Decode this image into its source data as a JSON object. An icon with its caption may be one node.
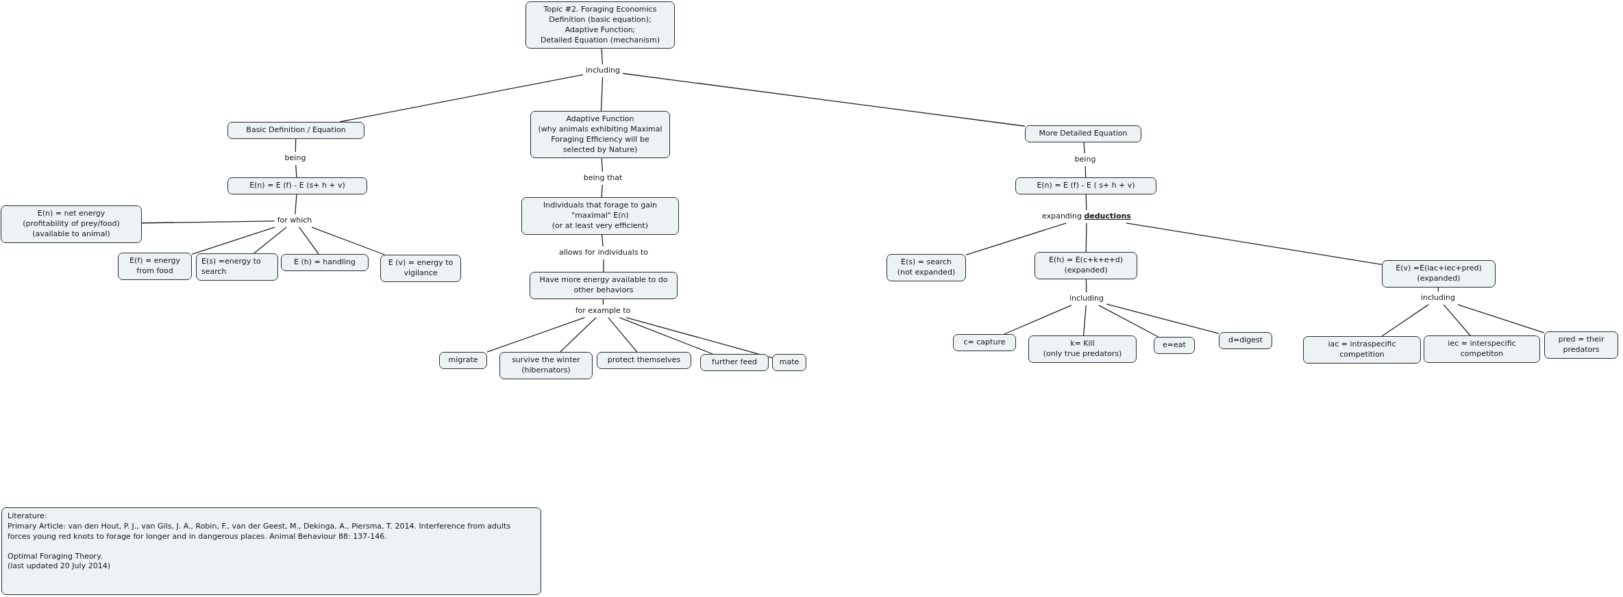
{
  "diagram": {
    "nodes": [
      {
        "text": [
          "Topic #2. Foraging Economics",
          "Definition (basic equation);",
          "Adaptive Function;",
          "Detailed Equation (mechanism)"
        ]
      },
      {
        "text": [
          "including"
        ]
      },
      {
        "text": [
          "Basic Definition / Equation"
        ]
      },
      {
        "text": [
          "Adaptive Function",
          "(why animals exhibiting Maximal Foraging Efficiency will be selected by Nature)"
        ]
      },
      {
        "text": [
          "More Detailed Equation"
        ]
      },
      {
        "text": [
          "being"
        ]
      },
      {
        "text": [
          "E(n) = E (f) - E (s+ h + v)"
        ]
      },
      {
        "text": [
          "for which"
        ]
      },
      {
        "text": [
          "E(n) = net energy",
          "(profitability of prey/food)",
          "(available to animal)"
        ]
      },
      {
        "text": [
          "E(f) = energy from food"
        ]
      },
      {
        "text": [
          "E(s) =energy to search"
        ]
      },
      {
        "text": [
          "E (h) = handling"
        ]
      },
      {
        "text": [
          "E (v) = energy to vigilance"
        ]
      },
      {
        "text": [
          "being that"
        ]
      },
      {
        "text": [
          "Individuals that forage to gain \"maximal\" E(n)",
          "(or at least very efficient)"
        ]
      },
      {
        "text": [
          "allows for individuals to"
        ]
      },
      {
        "text": [
          "Have more energy available to do other behaviors"
        ]
      },
      {
        "text": [
          "for example to"
        ]
      },
      {
        "text": [
          "migrate"
        ]
      },
      {
        "text": [
          "survive the winter",
          "(hibernators)"
        ]
      },
      {
        "text": [
          "protect themselves"
        ]
      },
      {
        "text": [
          "further feed"
        ]
      },
      {
        "text": [
          "mate"
        ]
      },
      {
        "text": [
          "being"
        ]
      },
      {
        "text": [
          "E(n) = E (f) - E ( s+ h + v)"
        ]
      },
      {
        "text": [
          "expanding **deductions**"
        ]
      },
      {
        "text": [
          "E(s) = search",
          "(not expanded)"
        ]
      },
      {
        "text": [
          "E(h) = E(c+k+e+d)",
          "(expanded)"
        ]
      },
      {
        "text": [
          "E(v) =E(iac+iec+pred)",
          "(expanded)"
        ]
      },
      {
        "text": [
          "including"
        ]
      },
      {
        "text": [
          "c= capture"
        ]
      },
      {
        "text": [
          "k= Kill",
          "(only true predators)"
        ]
      },
      {
        "text": [
          "e=eat"
        ]
      },
      {
        "text": [
          "d=digest"
        ]
      },
      {
        "text": [
          "including"
        ]
      },
      {
        "text": [
          "iac = intraspecific competition"
        ]
      },
      {
        "text": [
          "iec = interspecific competiton"
        ]
      },
      {
        "text": [
          "pred = their predators"
        ]
      },
      {
        "text": [
          "Literature:",
          "Primary Article:  van den Hout, P. J., van Gils, J. A., Robin, F., van der Geest, M., Dekinga, A., Piersma, T.  2014. Interference from adults forces young red knots to forage for longer and in dangerous places.  Animal Behaviour 88: 137-146.",
          "Optimal Foraging Theory.",
          "(last updated 20 July 2014)"
        ]
      }
    ],
    "edges": [
      {
        "from": 0,
        "to": 1,
        "arrow": "none"
      },
      {
        "from": 1,
        "to": 2,
        "arrow": "none"
      },
      {
        "from": 1,
        "to": 3,
        "arrow": "none"
      },
      {
        "from": 1,
        "to": 4,
        "arrow": "none"
      },
      {
        "from": 2,
        "to": 5,
        "arrow": "none"
      },
      {
        "from": 5,
        "to": 6,
        "arrow": "none"
      },
      {
        "from": 6,
        "to": 7,
        "arrow": "none"
      },
      {
        "from": 7,
        "to": 8,
        "arrow": "none"
      },
      {
        "from": 7,
        "to": 9,
        "arrow": "none"
      },
      {
        "from": 7,
        "to": 10,
        "arrow": "none"
      },
      {
        "from": 7,
        "to": 11,
        "arrow": "none"
      },
      {
        "from": 7,
        "to": 12,
        "arrow": "none"
      },
      {
        "from": 3,
        "to": 13,
        "arrow": "none"
      },
      {
        "from": 13,
        "to": 14,
        "arrow": "none"
      },
      {
        "from": 14,
        "to": 15,
        "arrow": "none"
      },
      {
        "from": 15,
        "to": 16,
        "arrow": "none"
      },
      {
        "from": 16,
        "to": 17,
        "arrow": "none"
      },
      {
        "from": 17,
        "to": 18,
        "arrow": "none"
      },
      {
        "from": 17,
        "to": 19,
        "arrow": "none"
      },
      {
        "from": 17,
        "to": 20,
        "arrow": "none"
      },
      {
        "from": 17,
        "to": 21,
        "arrow": "none"
      },
      {
        "from": 17,
        "to": 22,
        "arrow": "none"
      },
      {
        "from": 4,
        "to": 23,
        "arrow": "none"
      },
      {
        "from": 23,
        "to": 24,
        "arrow": "none"
      },
      {
        "from": 24,
        "to": 25,
        "arrow": "none"
      },
      {
        "from": 25,
        "to": 26,
        "arrow": "none"
      },
      {
        "from": 25,
        "to": 27,
        "arrow": "none"
      },
      {
        "from": 25,
        "to": 28,
        "arrow": "none"
      },
      {
        "from": 27,
        "to": 29,
        "arrow": "none"
      },
      {
        "from": 29,
        "to": 30,
        "arrow": "none"
      },
      {
        "from": 29,
        "to": 31,
        "arrow": "none"
      },
      {
        "from": 29,
        "to": 32,
        "arrow": "none"
      },
      {
        "from": 29,
        "to": 33,
        "arrow": "none"
      },
      {
        "from": 28,
        "to": 34,
        "arrow": "none"
      },
      {
        "from": 34,
        "to": 35,
        "arrow": "none"
      },
      {
        "from": 34,
        "to": 36,
        "arrow": "none"
      },
      {
        "from": 34,
        "to": 37,
        "arrow": "none"
      }
    ]
  }
}
